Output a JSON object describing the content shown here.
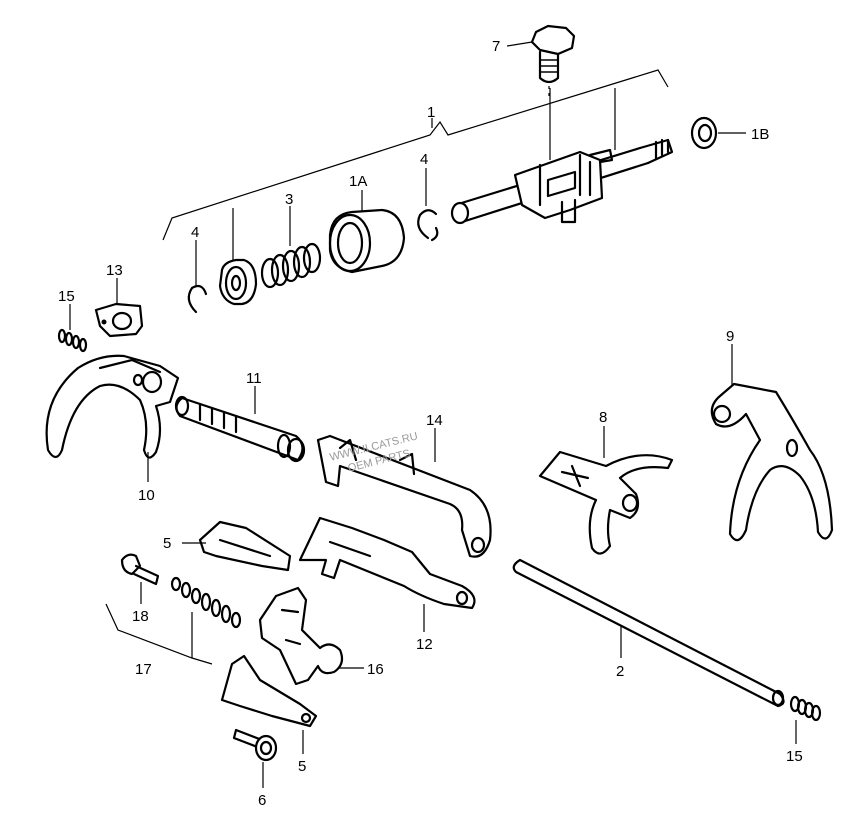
{
  "diagram": {
    "labels": {
      "p1": "1",
      "p1a": "1A",
      "p1b": "1B",
      "p2": "2",
      "p3": "3",
      "p4a": "4",
      "p4b": "4",
      "p5a": "5",
      "p5b": "5",
      "p6": "6",
      "p7": "7",
      "p8": "8",
      "p9": "9",
      "p10": "10",
      "p11": "11",
      "p12": "12",
      "p13": "13",
      "p14": "14",
      "p15a": "15",
      "p15b": "15",
      "p16": "16",
      "p17": "17",
      "p18": "18"
    },
    "watermark": {
      "line1": "WWW.ILCATS.RU",
      "line2": "OEM PARTS"
    }
  }
}
